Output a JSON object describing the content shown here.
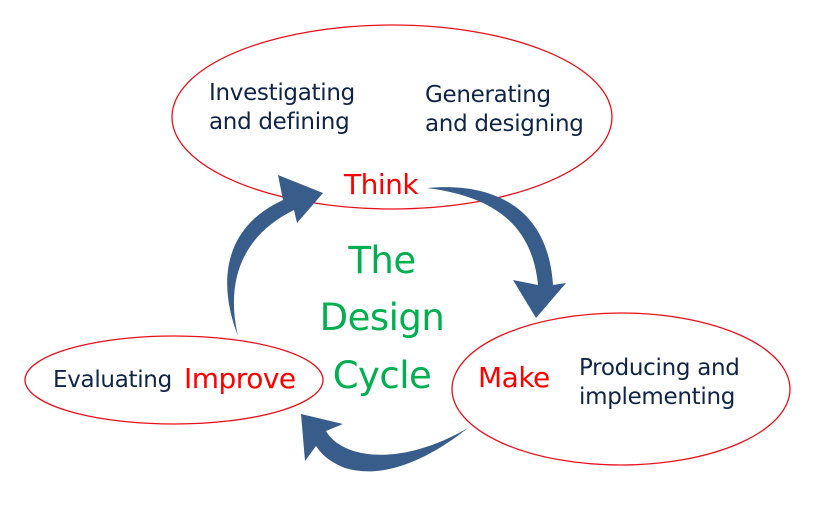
{
  "title": {
    "lines": [
      "The",
      "Design",
      "Cycle"
    ]
  },
  "stages": {
    "think": {
      "label": "Think",
      "sub_left": [
        "Investigating",
        "and defining"
      ],
      "sub_right": [
        "Generating",
        "and designing"
      ]
    },
    "make": {
      "label": "Make",
      "sub": [
        "Producing and",
        "implementing"
      ]
    },
    "improve": {
      "label": "Improve",
      "sub": "Evaluating"
    }
  },
  "colors": {
    "ellipse_stroke": "#e8101a",
    "arrow_fill": "#385d8a",
    "stage_text": "#ff0000",
    "sub_text": "#0f2447",
    "title_text": "#00b050"
  }
}
